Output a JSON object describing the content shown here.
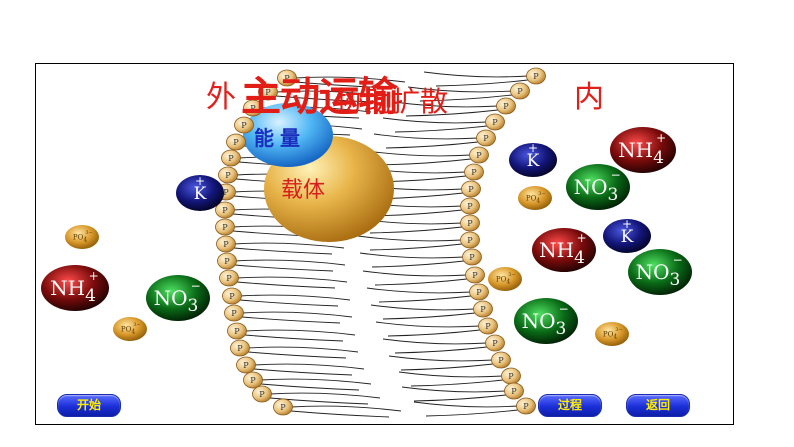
{
  "labels": {
    "outside": "外",
    "inside": "内",
    "title": "主动运输",
    "subtitle": "协助扩散",
    "energy": "能量",
    "carrier": "载体",
    "phosphate_head": "P"
  },
  "ions": [
    {
      "kind": "K",
      "label": "K",
      "charge": "+",
      "color": "#14167a"
    },
    {
      "kind": "K",
      "label": "K",
      "charge": "+",
      "color": "#14167a"
    },
    {
      "kind": "K",
      "label": "K",
      "charge": "+",
      "color": "#14167a"
    },
    {
      "kind": "NO3",
      "label": "NO",
      "sub": "3",
      "charge": "−",
      "color": "#0a6b17"
    },
    {
      "kind": "NO3",
      "label": "NO",
      "sub": "3",
      "charge": "−",
      "color": "#0a6b17"
    },
    {
      "kind": "NO3",
      "label": "NO",
      "sub": "3",
      "charge": "−",
      "color": "#0a6b17"
    },
    {
      "kind": "NO3",
      "label": "NO",
      "sub": "3",
      "charge": "−",
      "color": "#0a6b17"
    },
    {
      "kind": "NH4",
      "label": "NH",
      "sub": "4",
      "charge": "+",
      "color": "#7a0b0b"
    },
    {
      "kind": "NH4",
      "label": "NH",
      "sub": "4",
      "charge": "+",
      "color": "#7a0b0b"
    },
    {
      "kind": "NH4",
      "label": "NH",
      "sub": "4",
      "charge": "+",
      "color": "#7a0b0b"
    },
    {
      "kind": "PO4",
      "label": "PO",
      "sub": "4",
      "charge": "3−",
      "color": "#c98a12"
    },
    {
      "kind": "PO4",
      "label": "PO",
      "sub": "4",
      "charge": "3−",
      "color": "#c98a12"
    },
    {
      "kind": "PO4",
      "label": "PO",
      "sub": "4",
      "charge": "3−",
      "color": "#c98a12"
    },
    {
      "kind": "PO4",
      "label": "PO",
      "sub": "4",
      "charge": "3−",
      "color": "#c98a12"
    },
    {
      "kind": "PO4",
      "label": "PO",
      "sub": "4",
      "charge": "3−",
      "color": "#c98a12"
    }
  ],
  "buttons": {
    "start": "开始",
    "process": "过程",
    "back": "返回"
  },
  "colors": {
    "button_fill": "#1b2fd8",
    "button_text": "#ffee00",
    "heading_red": "#e21d16",
    "energy_blue": "#3aa4f2",
    "carrier_gold": "#d8a02a",
    "phosphate_head": "#e9c37e"
  }
}
